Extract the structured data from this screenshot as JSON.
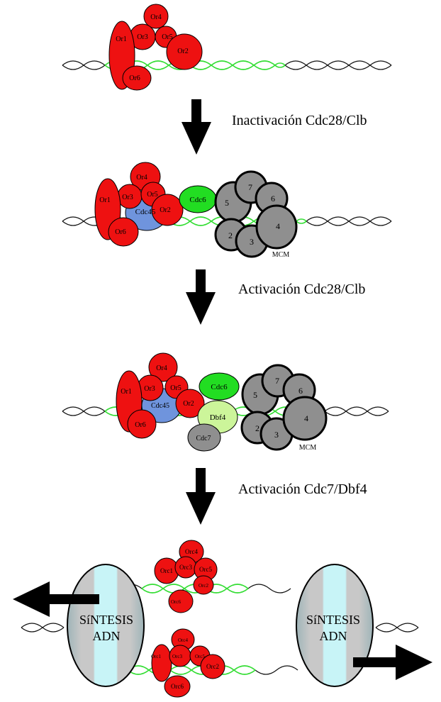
{
  "colors": {
    "orc": "#ee1111",
    "cdc45": "#6f94dd",
    "cdc6": "#22dd22",
    "dbf4": "#ccf59a",
    "mcm": "#8f8f8f",
    "dna_black": "#111111",
    "dna_green": "#33dd33",
    "arrow": "#000000",
    "polymerase_body": "#b9bdbe",
    "polymerase_stripe": "#c8f4f7"
  },
  "steps": [
    {
      "label": "Inactivación Cdc28/Clb"
    },
    {
      "label": "Activación Cdc28/Clb"
    },
    {
      "label": "Activación Cdc7/Dbf4"
    }
  ],
  "stage1": {
    "labels": [
      "Or1",
      "Or3",
      "Or4",
      "Or5",
      "Or2",
      "Or6"
    ]
  },
  "stage2": {
    "orc_labels": [
      "Or1",
      "Or3",
      "Or4",
      "Or5",
      "Or2",
      "Or6"
    ],
    "cdc45": "Cdc45",
    "cdc6": "Cdc6",
    "mcm_numbers": [
      "5",
      "7",
      "6",
      "2",
      "3",
      "4"
    ],
    "mcm_label": "MCM"
  },
  "stage3": {
    "orc_labels": [
      "Or1",
      "Or3",
      "Or4",
      "Or5",
      "Or2",
      "Or6"
    ],
    "cdc45": "Cdc45",
    "cdc6": "Cdc6",
    "dbf4": "Dbf4",
    "cdc7": "Cdc7",
    "mcm_numbers": [
      "5",
      "7",
      "6",
      "2",
      "3",
      "4"
    ],
    "mcm_label": "MCM"
  },
  "stage4": {
    "top_orc": [
      "Orc4",
      "Orc1",
      "Orc3",
      "Orc5",
      "Orc2",
      "Orc6"
    ],
    "bottom_orc": [
      "Orc4",
      "Orc1",
      "Orc3",
      "Orc5",
      "Orc2",
      "Orc6"
    ],
    "polymerase_label_line1": "SíNTESIS",
    "polymerase_label_line2": "ADN"
  }
}
